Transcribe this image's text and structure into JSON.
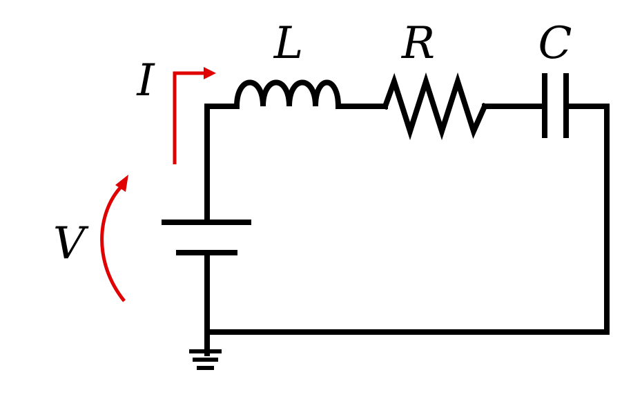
{
  "labels": {
    "inductor": "L",
    "resistor": "R",
    "capacitor": "C",
    "current": "I",
    "voltage": "V"
  },
  "colors": {
    "wire": "#000000",
    "annotation_arrow": "#e00000",
    "background": "#ffffff"
  }
}
